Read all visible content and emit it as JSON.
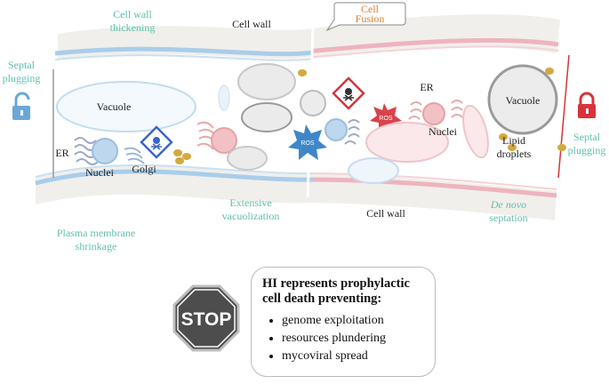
{
  "labels": {
    "cell_wall_thickening": [
      "Cell wall",
      "thickening"
    ],
    "septal_plugging_left": [
      "Septal",
      "plugging"
    ],
    "septal_plugging_right": [
      "Septal",
      "plugging"
    ],
    "cell_wall_top": "Cell wall",
    "cell_wall_bottom": "Cell wall",
    "cell_fusion": [
      "Cell",
      "Fusion"
    ],
    "vacuole_left": "Vacuole",
    "vacuole_right": "Vacuole",
    "er_left": "ER",
    "er_right": "ER",
    "nuclei_left": "Nuclei",
    "nuclei_right": "Nuclei",
    "golgi": "Golgi",
    "ros_left": "ROS",
    "ros_right": "ROS",
    "lipid_droplets": [
      "Lipid",
      "droplets"
    ],
    "extensive_vacuolization": [
      "Extensive",
      "vacuolization"
    ],
    "de_novo_septation": [
      "De novo",
      "septation"
    ],
    "plasma_membrane_shrinkage": [
      "Plasma membrane",
      "shrinkage"
    ]
  },
  "stop_sign": "STOP",
  "summary": {
    "title": "HI represents prophylactic cell death preventing:",
    "items": [
      "genome exploitation",
      "resources plundering",
      "mycoviral spread"
    ]
  },
  "colors": {
    "teal_label": "#5dbfae",
    "orange_label": "#e07f2c",
    "membrane_left": "#a9cdea",
    "membrane_right": "#eeb4bd",
    "wall": "#f1efeb",
    "lock_left": "#6aa7d8",
    "lock_right": "#d8333a",
    "ros": "#3f86c9",
    "ros_right": "#d9424a",
    "stop_sign": "#4d4d4d"
  }
}
